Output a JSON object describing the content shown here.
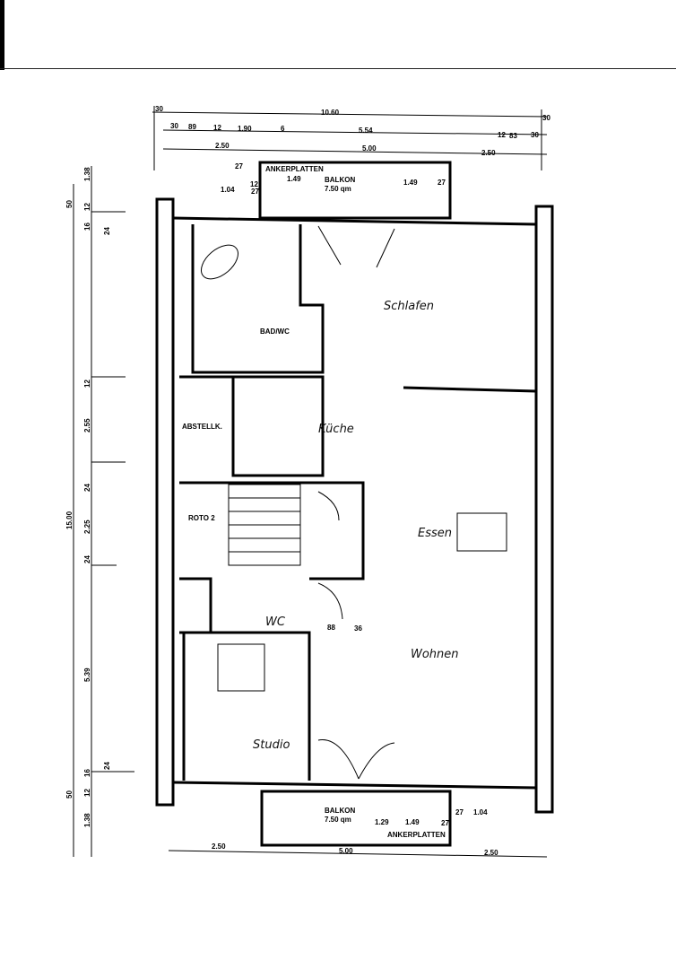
{
  "plan": {
    "rooms": {
      "schlafen": "Schlafen",
      "bad": "BAD/WC",
      "abstell": "ABSTELLK.",
      "kueche": "Küche",
      "roto": "ROTO 2",
      "essen": "Essen",
      "wc": "WC",
      "wohnen": "Wohnen",
      "studio": "Studio"
    },
    "balcony_top": {
      "name": "BALKON",
      "area": "7.50 qm",
      "anchor": "ANKERPLATTEN"
    },
    "balcony_bottom": {
      "name": "BALKON",
      "area": "7.50 qm",
      "anchor": "ANKERPLATTEN"
    },
    "dims_top": [
      "30",
      "10.60",
      "30",
      "30",
      "89",
      "12",
      "1.90",
      "6",
      "5.54",
      "12",
      "83",
      "30",
      "2.50",
      "5.00",
      "2.50",
      "27",
      "1.49",
      "1.49",
      "27",
      "1.04",
      "12",
      "27"
    ],
    "dims_left": [
      "1.38",
      "50",
      "12",
      "16",
      "24",
      "12",
      "2.55",
      "24",
      "15.00",
      "2.25",
      "24",
      "5.39",
      "16",
      "24",
      "50",
      "12",
      "1.38"
    ],
    "dims_bottom": [
      "1.29",
      "1.49",
      "27",
      "1.04",
      "27",
      "2.50",
      "5.00",
      "2.50"
    ],
    "dims_inner": [
      "88",
      "36"
    ]
  }
}
